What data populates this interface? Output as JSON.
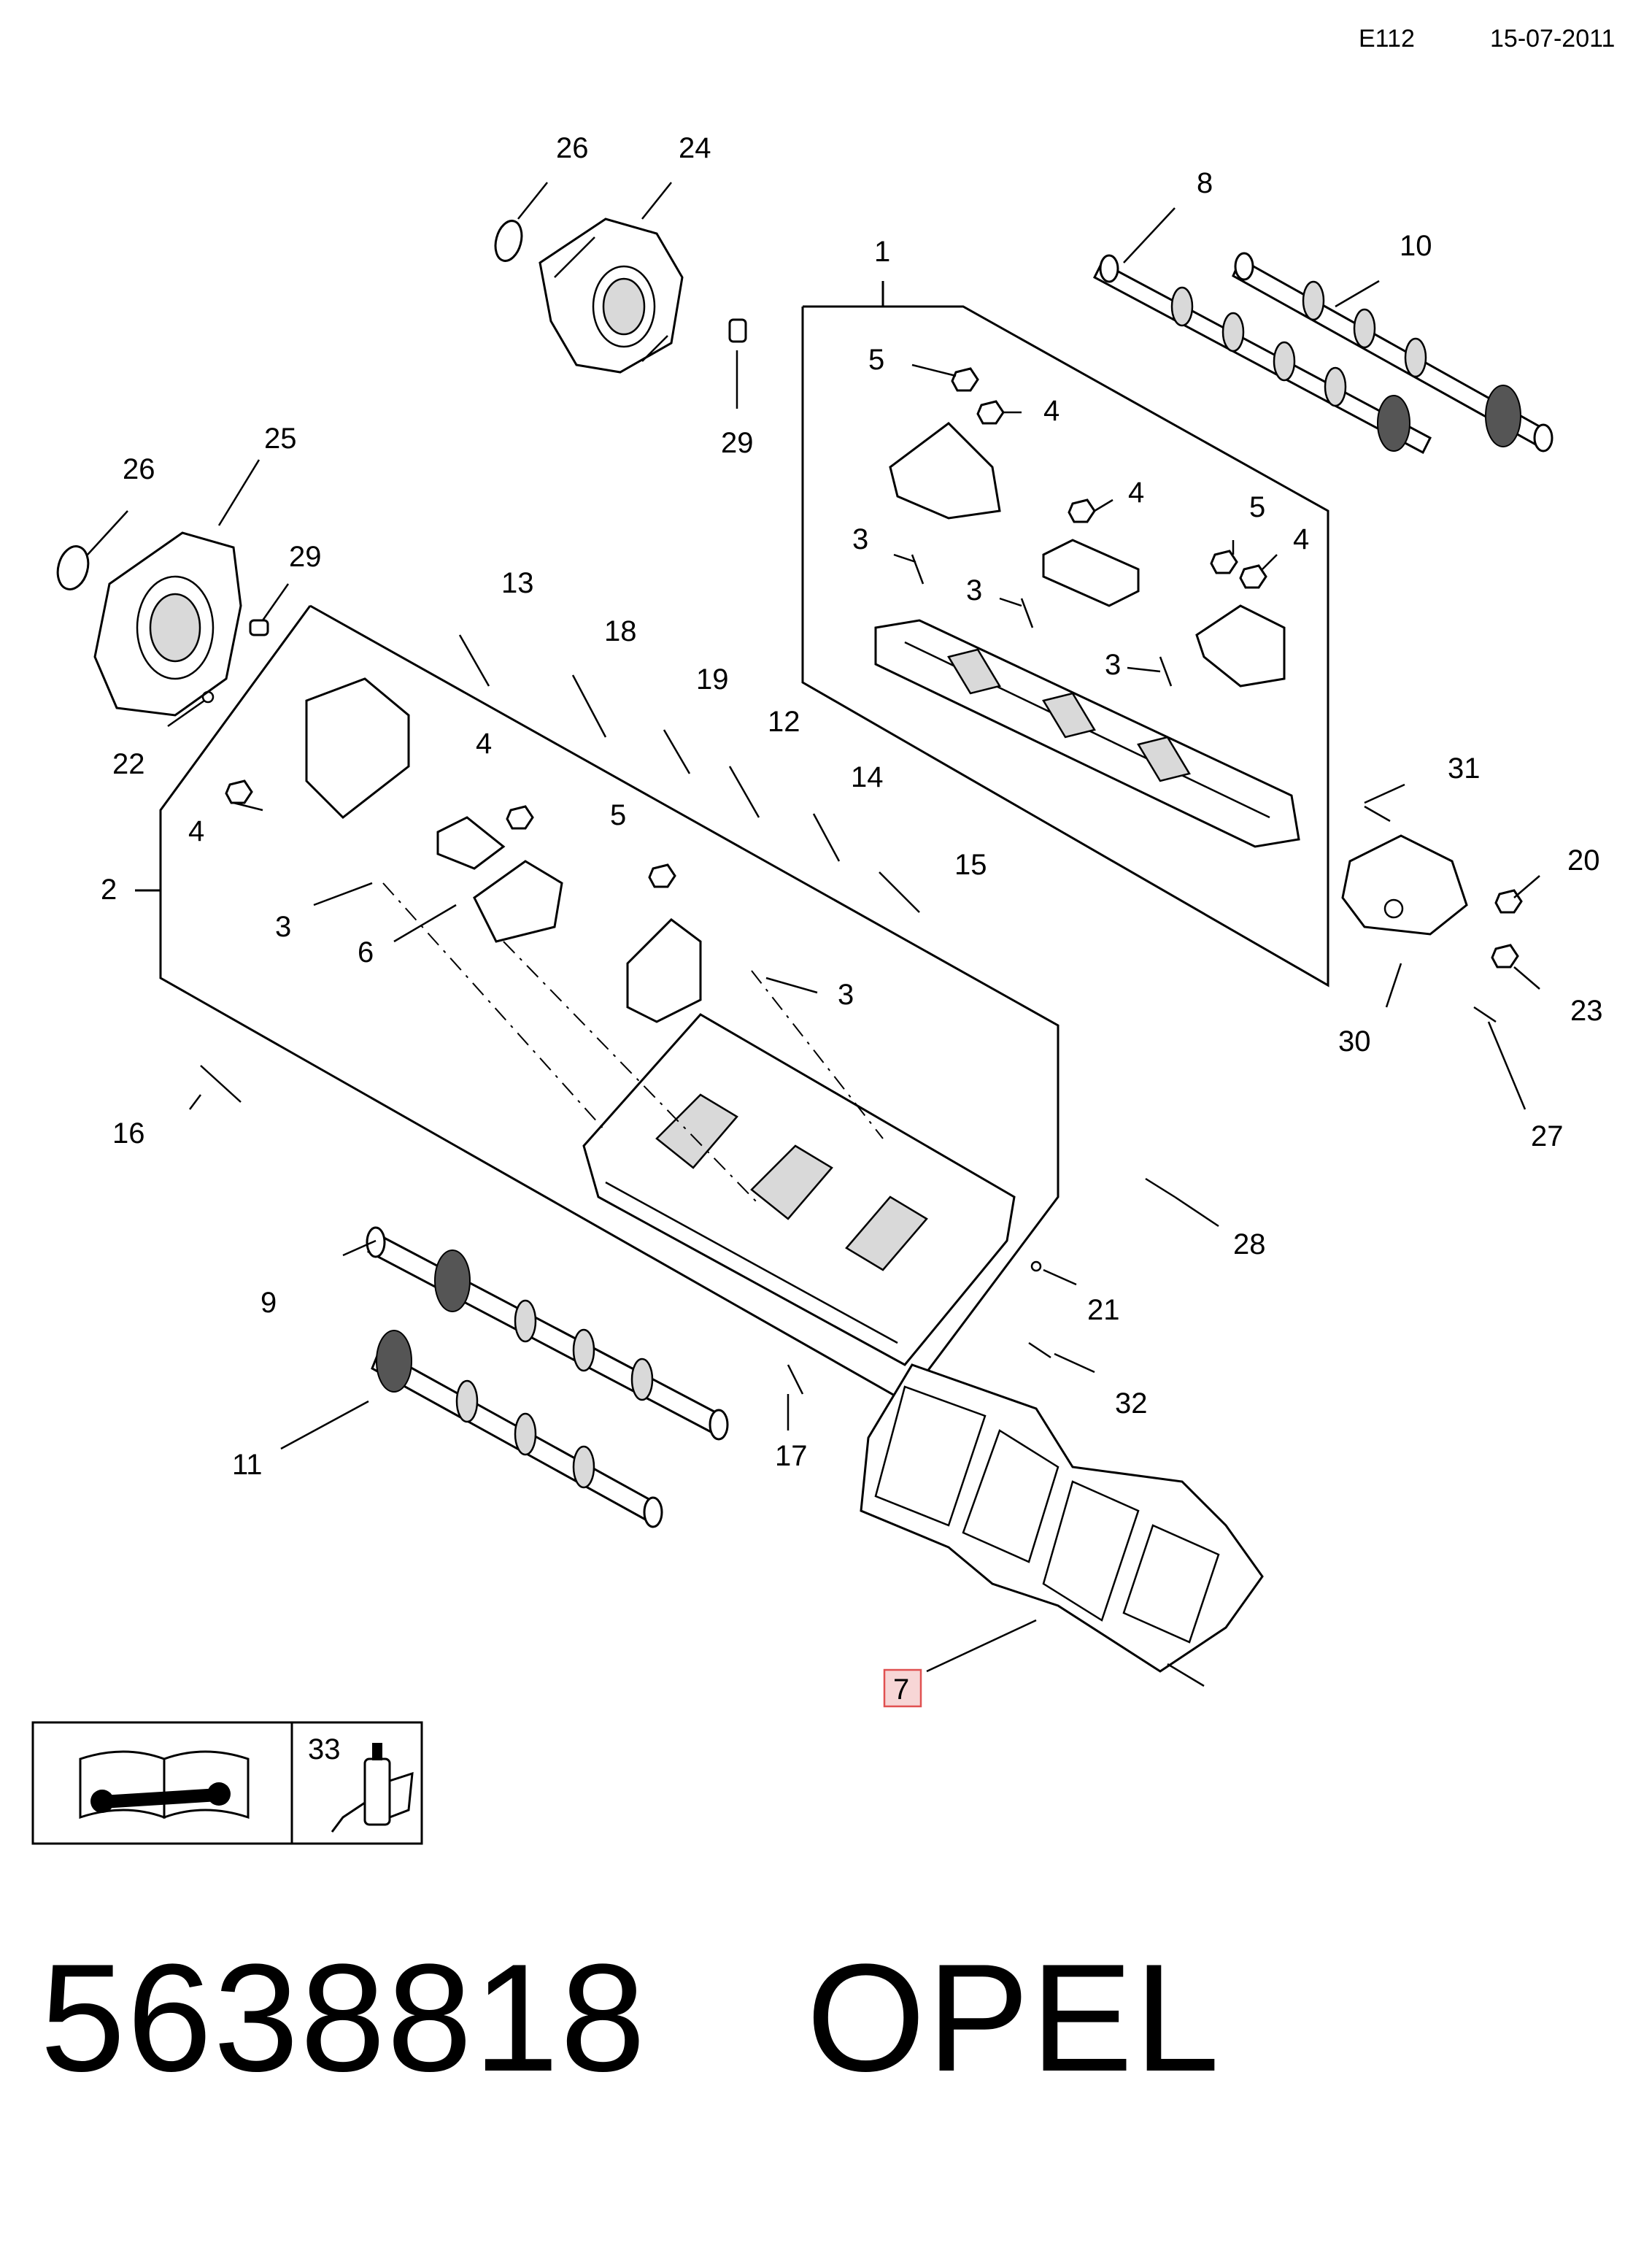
{
  "header": {
    "code": "E112",
    "date": "15-07-2011"
  },
  "footer": {
    "part_number": "5638818",
    "brand": "OPEL"
  },
  "legend": {
    "item_33": "33"
  },
  "callouts": {
    "c1": "1",
    "c2": "2",
    "c3a": "3",
    "c3b": "3",
    "c3c": "3",
    "c3d": "3",
    "c3e": "3",
    "c4a": "4",
    "c4b": "4",
    "c4c": "4",
    "c4d": "4",
    "c4e": "4",
    "c5a": "5",
    "c5b": "5",
    "c5c": "5",
    "c6": "6",
    "c7": "7",
    "c8": "8",
    "c9": "9",
    "c10": "10",
    "c11": "11",
    "c12": "12",
    "c13": "13",
    "c14": "14",
    "c15": "15",
    "c16": "16",
    "c17": "17",
    "c18": "18",
    "c19": "19",
    "c20": "20",
    "c21": "21",
    "c22": "22",
    "c23": "23",
    "c24": "24",
    "c25": "25",
    "c26a": "26",
    "c26b": "26",
    "c27": "27",
    "c28": "28",
    "c29a": "29",
    "c29b": "29",
    "c30": "30",
    "c31": "31",
    "c32": "32"
  },
  "highlighted_callout": "c7",
  "highlight_color": "#e05050"
}
